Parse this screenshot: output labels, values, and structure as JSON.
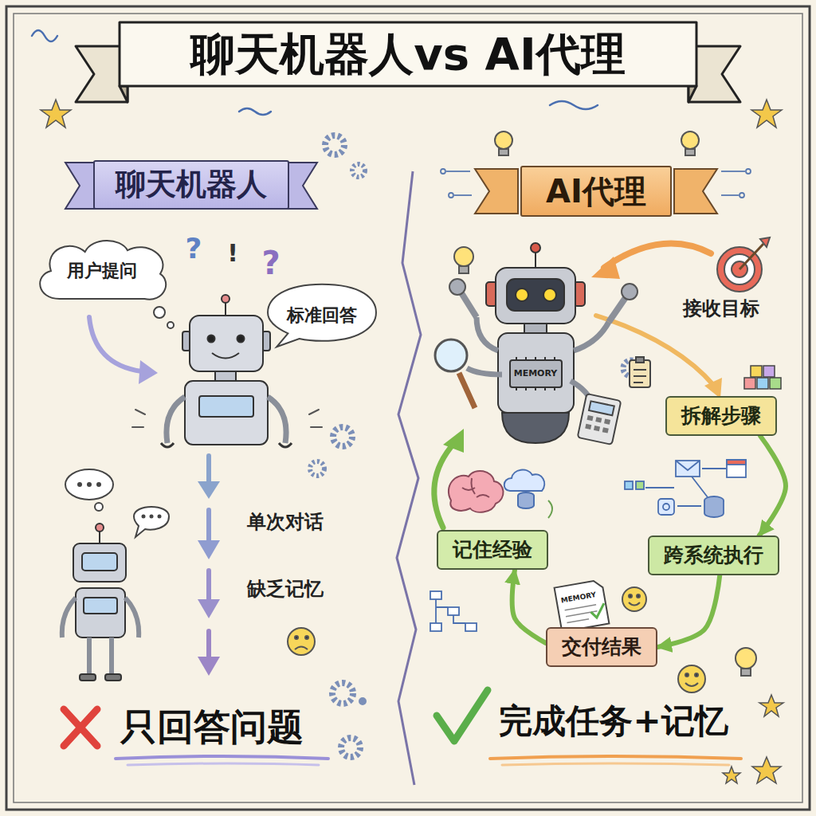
{
  "diagram": {
    "title": "聊天机器人vs AI代理",
    "nodes": [
      {
        "text": [
          "聊天机器人"
        ]
      },
      {
        "text": [
          "AI代理"
        ]
      },
      {
        "text": [
          "用户提问"
        ]
      },
      {
        "text": [
          "标准回答"
        ]
      },
      {
        "text": [
          "拆解步骤"
        ]
      },
      {
        "text": [
          "跨系统执行"
        ]
      },
      {
        "text": [
          "交付结果"
        ]
      },
      {
        "text": [
          "记住经验"
        ]
      }
    ],
    "edges": [
      {
        "from": 4,
        "to": 5,
        "arrow": "to"
      },
      {
        "from": 5,
        "to": 6,
        "arrow": "to"
      },
      {
        "from": 6,
        "to": 7,
        "arrow": "to"
      }
    ],
    "labels": [
      "?",
      "!",
      "?",
      "单次对话",
      "缺乏记忆",
      "只回答问题",
      "MEMORY",
      "接收目标",
      "MEMORY",
      "完成任务+记忆"
    ]
  }
}
